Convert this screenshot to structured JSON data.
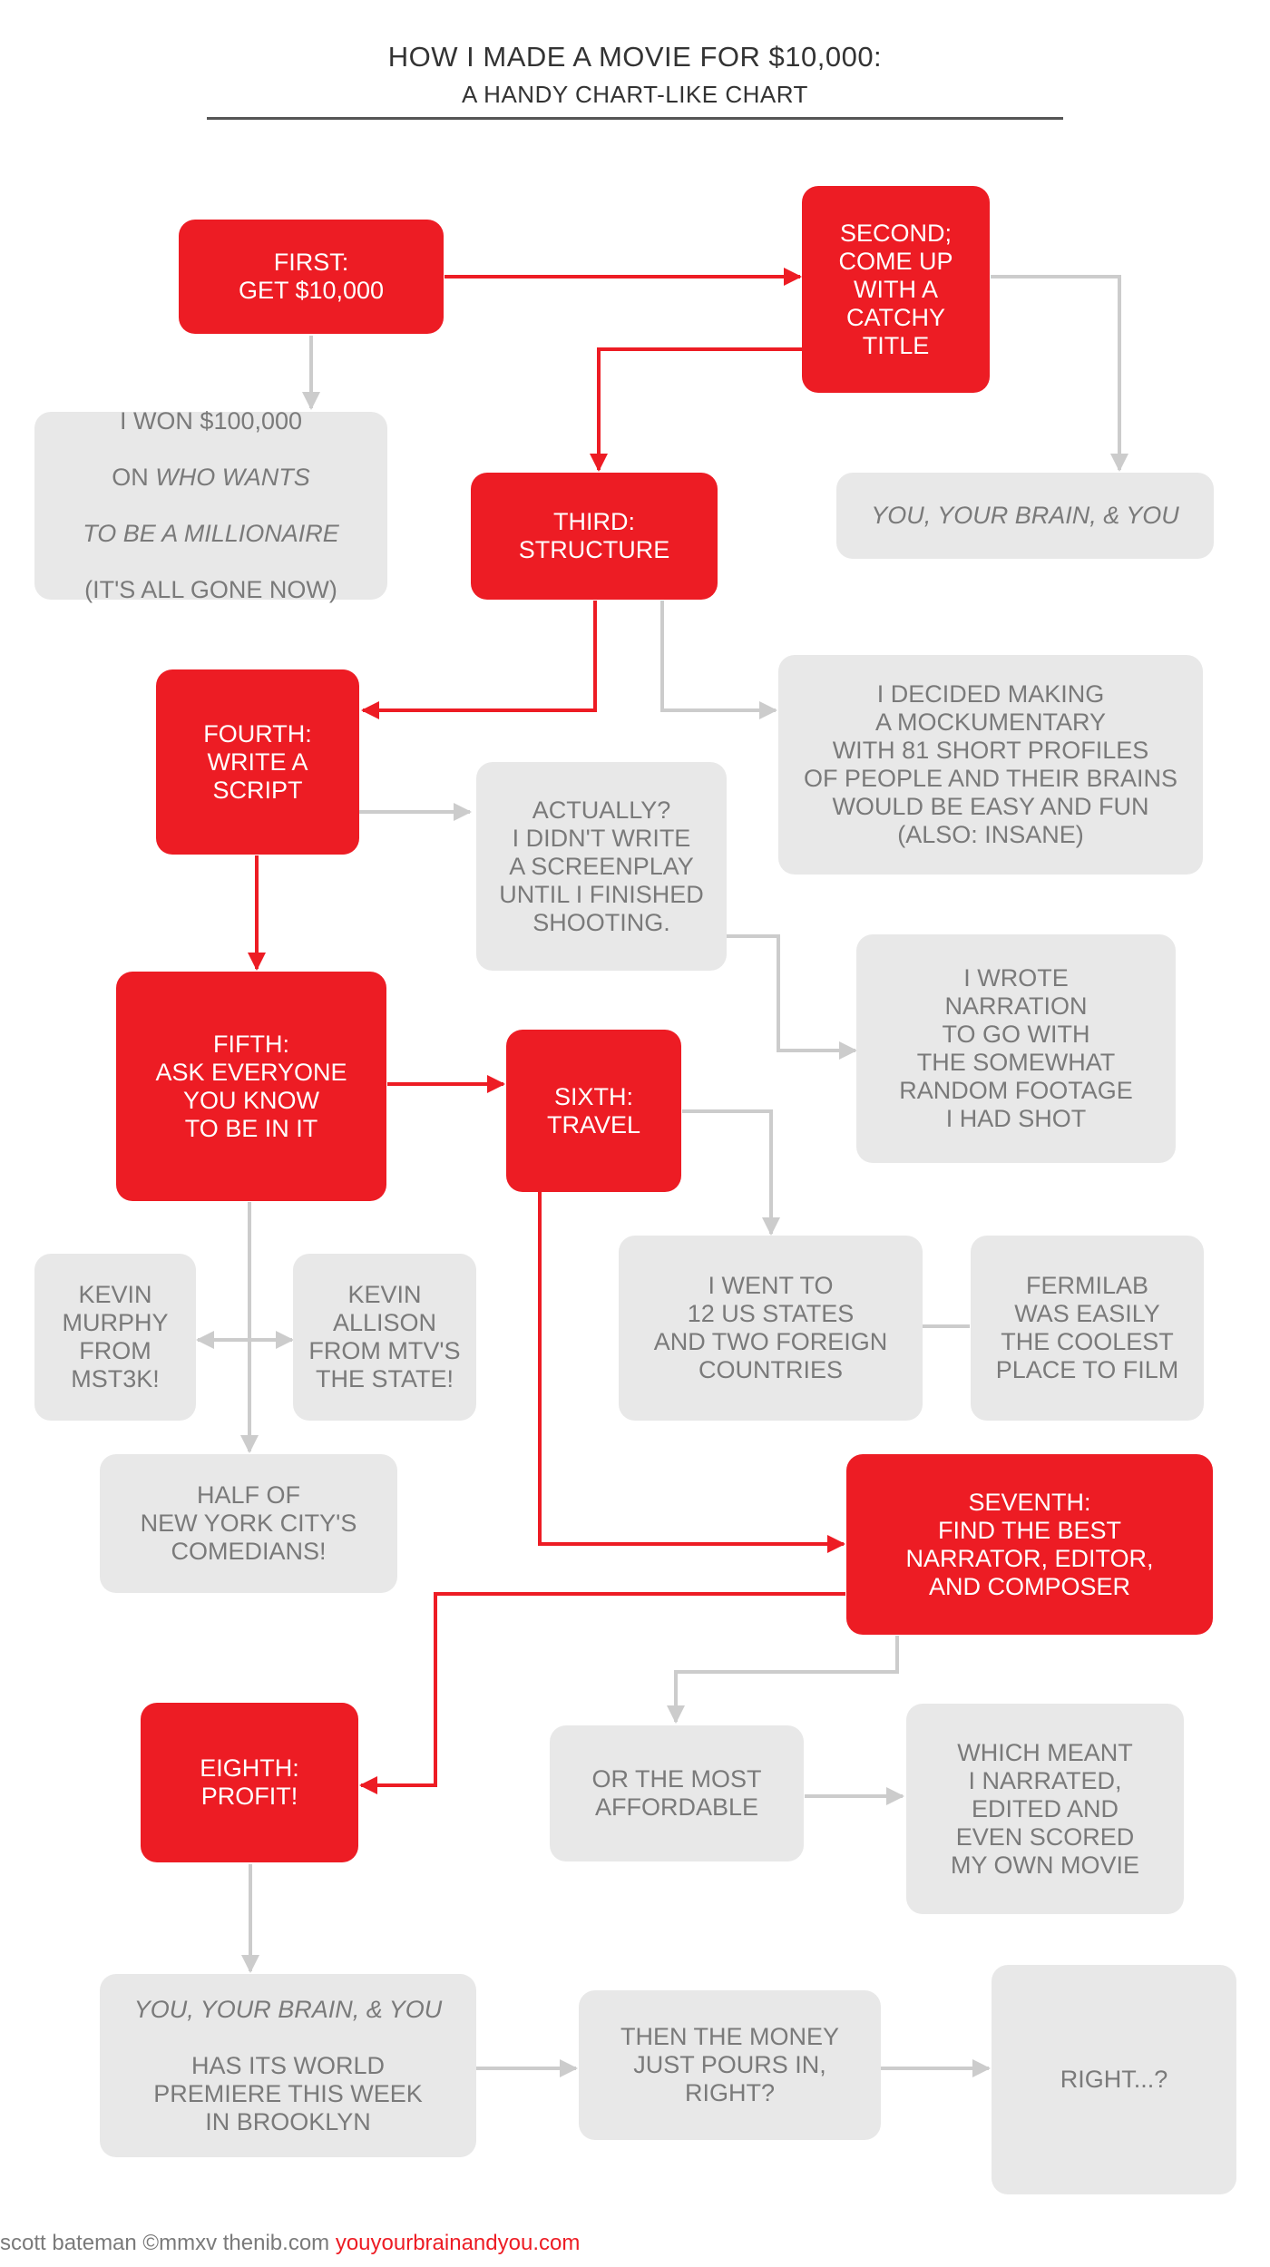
{
  "header": {
    "title": "HOW I MADE A MOVIE FOR $10,000:",
    "subtitle": "A HANDY CHART-LIKE CHART"
  },
  "steps": {
    "first": "FIRST:\nGET $10,000",
    "second": "SECOND;\nCOME UP\nWITH A\nCATCHY\nTITLE",
    "third": "THIRD:\nSTRUCTURE",
    "fourth": "FOURTH:\nWRITE A\nSCRIPT",
    "fifth": "FIFTH:\nASK EVERYONE\nYOU KNOW\nTO BE IN IT",
    "sixth": "SIXTH:\nTRAVEL",
    "seventh": "SEVENTH:\nFIND THE BEST\nNARRATOR, EDITOR,\nAND COMPOSER",
    "eighth": "EIGHTH:\nPROFIT!"
  },
  "notes": {
    "won_line1": "I WON $100,000",
    "won_line2": "ON ",
    "won_italic1": "WHO WANTS",
    "won_italic2": "TO BE A MILLIONAIRE",
    "won_line5": "(IT'S ALL GONE NOW)",
    "title_choice": "YOU, YOUR BRAIN, & YOU",
    "mockumentary": "I DECIDED MAKING\nA MOCKUMENTARY\nWITH 81 SHORT PROFILES\nOF PEOPLE AND THEIR BRAINS\nWOULD BE EASY AND FUN\n(ALSO: INSANE)",
    "screenplay": "ACTUALLY?\nI DIDN'T WRITE\nA SCREENPLAY\nUNTIL I FINISHED\nSHOOTING.",
    "narration": "I WROTE\nNARRATION\nTO GO WITH\nTHE  SOMEWHAT\nRANDOM FOOTAGE\nI HAD SHOT",
    "kevin_murphy": "KEVIN\nMURPHY\nFROM\nMST3K!",
    "kevin_allison": "KEVIN\nALLISON\nFROM MTV'S\nTHE STATE!",
    "comedians": "HALF OF\nNEW YORK CITY'S\nCOMEDIANS!",
    "states": "I WENT TO\n12 US STATES\nAND TWO FOREIGN\nCOUNTRIES",
    "fermilab": "FERMILAB\nWAS EASILY\nTHE COOLEST\nPLACE TO FILM",
    "affordable": "OR THE MOST\nAFFORDABLE",
    "narrated": "WHICH MEANT\nI NARRATED,\nEDITED AND\nEVEN SCORED\nMY OWN MOVIE",
    "premiere_italic": "YOU, YOUR BRAIN, & YOU",
    "premiere_rest": "HAS ITS WORLD\nPREMIERE THIS WEEK\nIN BROOKLYN",
    "money": "THEN THE MONEY\nJUST POURS IN,\nRIGHT?",
    "right": "RIGHT...?"
  },
  "footer": {
    "credit": "scott bateman ©mmxv thenib.com ",
    "url": "youyourbrainandyou.com"
  },
  "colors": {
    "step_red": "#ed1c24",
    "note_grey": "#e8e8e8",
    "note_text": "#7a7a7a",
    "connector_grey": "#cccccc"
  }
}
